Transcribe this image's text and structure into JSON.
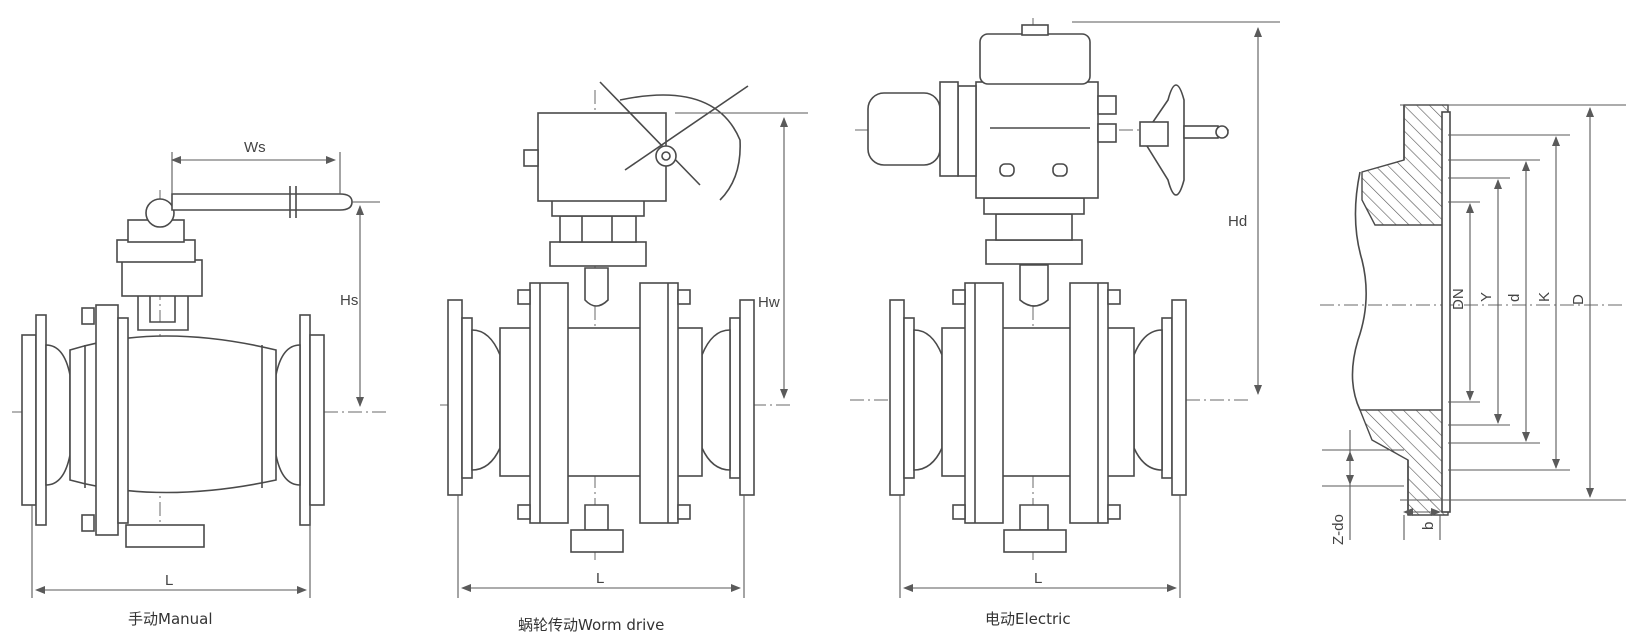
{
  "views": [
    {
      "caption": "手动Manual",
      "dims": {
        "length": "L",
        "handle_width": "Ws",
        "handle_height": "Hs"
      }
    },
    {
      "caption": "蜗轮传动Worm drive",
      "dims": {
        "length": "L",
        "height": "Hw"
      }
    },
    {
      "caption": "电动Electric",
      "dims": {
        "length": "L",
        "height": "Hd"
      }
    }
  ],
  "flange_detail": {
    "dims": {
      "DN": "DN",
      "Y": "Y",
      "d": "d",
      "K": "K",
      "D": "D",
      "bolts": "Z-do",
      "thickness": "b"
    }
  }
}
